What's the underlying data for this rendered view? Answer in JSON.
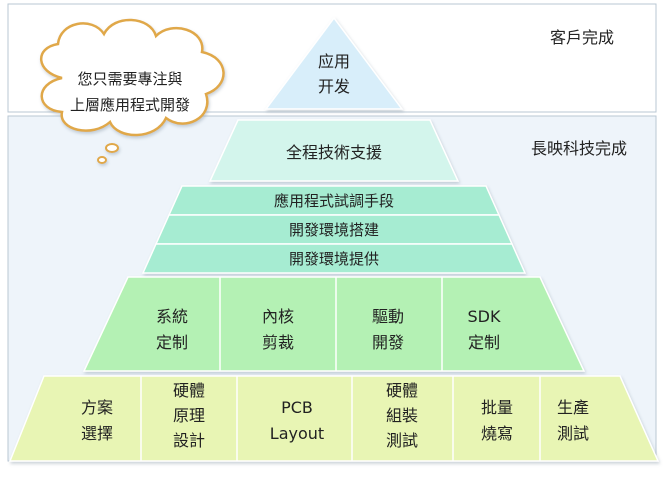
{
  "regions": {
    "customer_label": "客戶完成",
    "company_label": "長映科技完成"
  },
  "cloud": {
    "line1": "您只需要專注與",
    "line2": "上層應用程式開發"
  },
  "apex": {
    "line1": "应用",
    "line2": "开发"
  },
  "tier_support": {
    "label": "全程技術支援"
  },
  "tier_stack": {
    "row1": "應用程式試調手段",
    "row2": "開發環境搭建",
    "row3": "開發環境提供"
  },
  "tier_software": {
    "cells": [
      {
        "line1": "系統",
        "line2": "定制"
      },
      {
        "line1": "內核",
        "line2": "剪裁"
      },
      {
        "line1": "驅動",
        "line2": "開發"
      },
      {
        "line1": "SDK",
        "line2": "定制"
      }
    ]
  },
  "tier_hardware": {
    "cells": [
      {
        "line1": "方案",
        "line2": "選擇"
      },
      {
        "line1": "硬體",
        "line2": "原理",
        "line3": "設計"
      },
      {
        "line1": "PCB",
        "line2": "Layout"
      },
      {
        "line1": "硬體",
        "line2": "組裝",
        "line3": "測試"
      },
      {
        "line1": "批量",
        "line2": "燒寫"
      },
      {
        "line1": "生產",
        "line2": "測試"
      }
    ]
  },
  "colors": {
    "apex_fill": "#d8eefa",
    "support_fill": "#d3f5ec",
    "stack_fill": "#a6ecd2",
    "software_fill": "#b4f1b4",
    "hardware_fill": "#e8f5b4",
    "panel_top": "#ffffff",
    "panel_bottom": "#eef4fa"
  }
}
